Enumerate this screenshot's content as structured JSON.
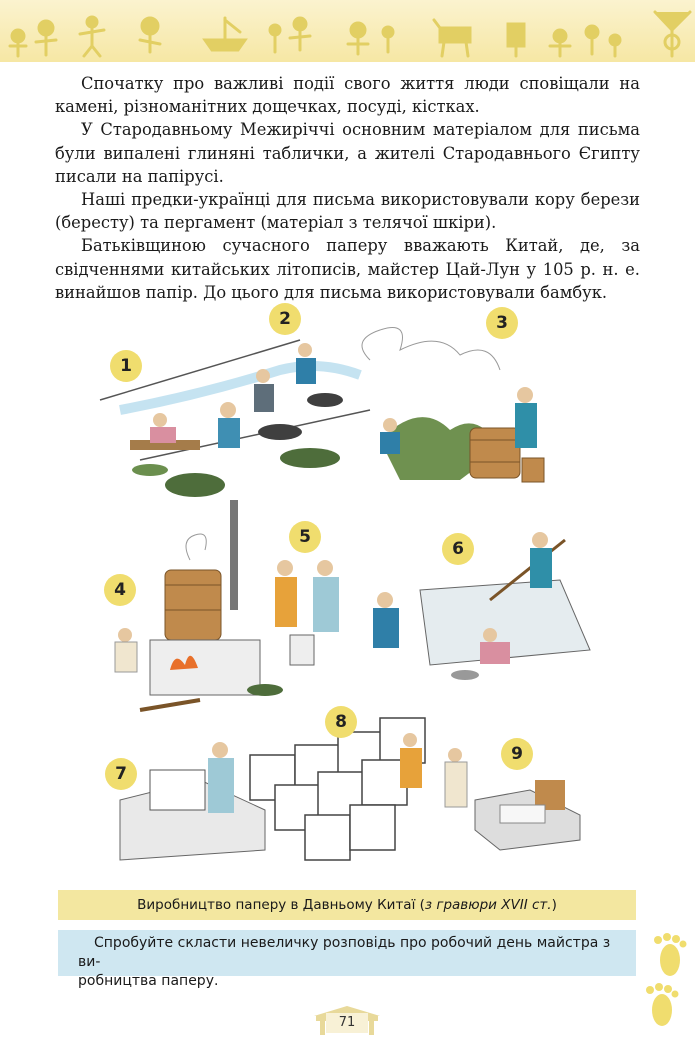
{
  "paragraphs": [
    "Спочатку про важливі події свого життя люди сповіщали на камені, різноманітних дощечках, посуді, кістках.",
    "У Стародавньому Межиріччі основним матеріалом для письма були випалені глиняні таблички, а жителі Стародавнього Єгипту писали на папірусі.",
    "Наші предки-українці для письма використовували кору берези (бересту) та пергамент (матеріал з телячої шкіри).",
    "Батьківщиною сучасного паперу вважають Китай, де, за свідченнями китайських літописів, майстер Цай-Лун у 105 р. н. е. винайшов папір. До цього для письма використовували бамбук."
  ],
  "illustration": {
    "steps": [
      "1",
      "2",
      "3",
      "4",
      "5",
      "6",
      "7",
      "8",
      "9"
    ]
  },
  "caption": {
    "main": "Виробництво паперу в Давньому Китаї (",
    "italic": "з гравюри XVII ст.",
    "close": ")"
  },
  "task": {
    "line1": "Спробуйте скласти невеличку розповідь про робочий день майстра з ви-",
    "line2": "робництва паперу."
  },
  "page_number": "71",
  "colors": {
    "band": "#f6e7a4",
    "caption_bg": "#f3e7a0",
    "task_bg": "#cfe7f1",
    "marker": "#f0dd6e"
  }
}
